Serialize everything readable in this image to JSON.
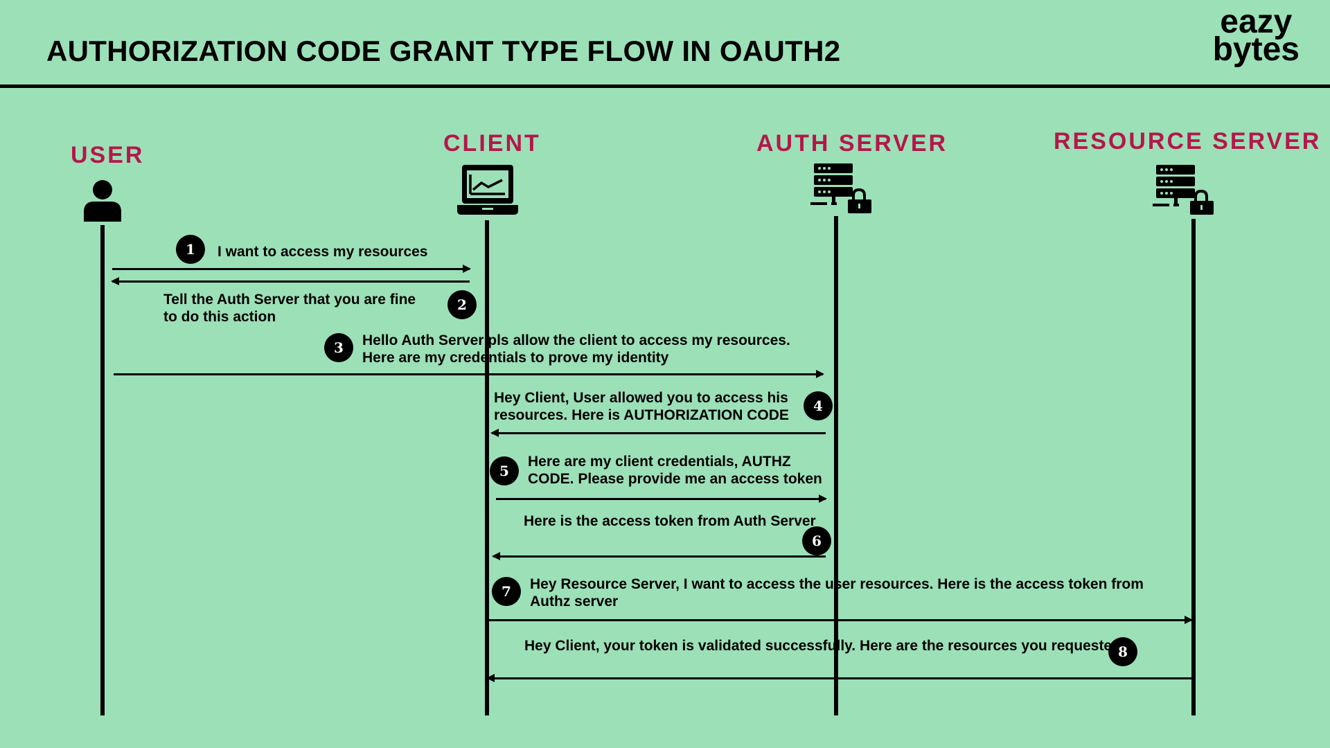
{
  "header": {
    "title": "AUTHORIZATION CODE GRANT TYPE FLOW IN OAUTH2",
    "logo_line1": "eazy",
    "logo_line2": "bytes"
  },
  "actors": {
    "user": "USER",
    "client": "CLIENT",
    "auth_server": "AUTH SERVER",
    "resource_server": "RESOURCE SERVER"
  },
  "steps": [
    {
      "num": "1",
      "lines": [
        "I want to access my resources"
      ]
    },
    {
      "num": "2",
      "lines": [
        "Tell the Auth Server that you are fine",
        "to do this action"
      ]
    },
    {
      "num": "3",
      "lines": [
        "Hello Auth Server pls allow the client to access my resources.",
        "Here are my credentials to prove my identity"
      ]
    },
    {
      "num": "4",
      "lines": [
        "Hey Client, User allowed you to access his",
        "resources. Here is AUTHORIZATION CODE"
      ]
    },
    {
      "num": "5",
      "lines": [
        "Here are my client credentials, AUTHZ",
        "CODE. Please provide me an access token"
      ]
    },
    {
      "num": "6",
      "lines": [
        "Here is the access token from Auth Server"
      ]
    },
    {
      "num": "7",
      "lines": [
        "Hey Resource Server,  I want to access the user resources. Here is the access token from",
        "Authz server"
      ]
    },
    {
      "num": "8",
      "lines": [
        "Hey Client, your token is validated successfully.   Here are the resources you requeste"
      ]
    }
  ],
  "icons": {
    "user": "user-icon",
    "client": "laptop-icon",
    "auth_server": "locked-server-icon",
    "resource_server": "locked-server-icon"
  }
}
